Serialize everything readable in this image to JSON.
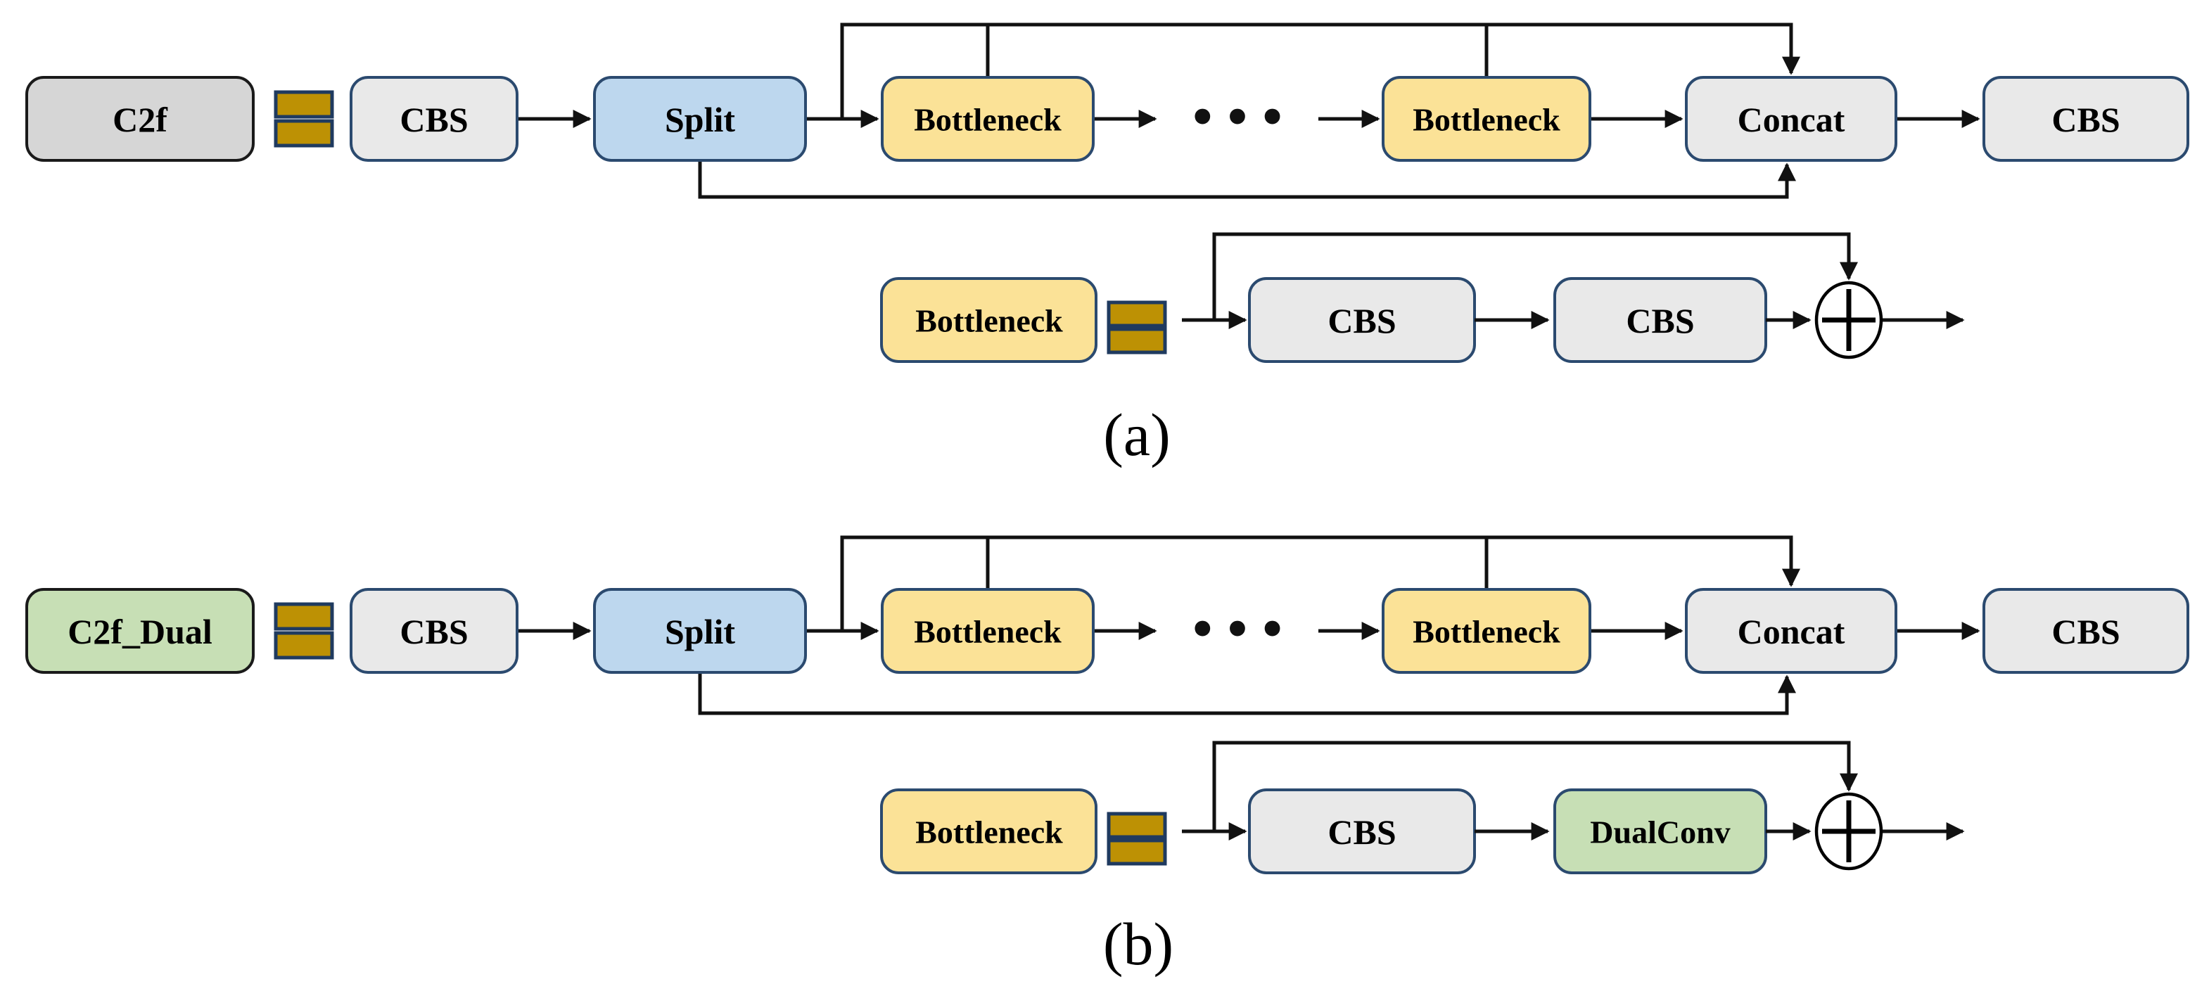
{
  "page": {
    "background": "#FFFFFF"
  },
  "section_a": {
    "caption": "(a)",
    "module": "C2f",
    "flow": {
      "cbs_in": "CBS",
      "split": "Split",
      "bottleneck_1": "Bottleneck",
      "ellipsis": "•••",
      "bottleneck_2": "Bottleneck",
      "concat": "Concat",
      "cbs_out": "CBS"
    },
    "definition": {
      "module": "Bottleneck",
      "step_1": "CBS",
      "step_2": "CBS"
    }
  },
  "section_b": {
    "caption": "(b)",
    "module": "C2f_Dual",
    "flow": {
      "cbs_in": "CBS",
      "split": "Split",
      "bottleneck_1": "Bottleneck",
      "ellipsis": "•••",
      "bottleneck_2": "Bottleneck",
      "concat": "Concat",
      "cbs_out": "CBS"
    },
    "definition": {
      "module": "Bottleneck",
      "step_1": "CBS",
      "step_2": "DualConv"
    }
  },
  "icons": {
    "equals": "double-bar-equals-icon",
    "add": "plus-in-circle-icon",
    "ellipsis": "three-dots-icon",
    "arrowhead": "solid-triangle-arrow"
  },
  "colors": {
    "module_gray": "#D6D6D6",
    "block_gray": "#E9E9E9",
    "split_blue": "#BDD7EE",
    "bottleneck_yellow": "#FBE297",
    "dual_green": "#C7DFB5",
    "equals_gold": "#BD9104",
    "border_navy": "#2B4A6F",
    "module_border": "#1A1A1A",
    "line_black": "#111111"
  }
}
